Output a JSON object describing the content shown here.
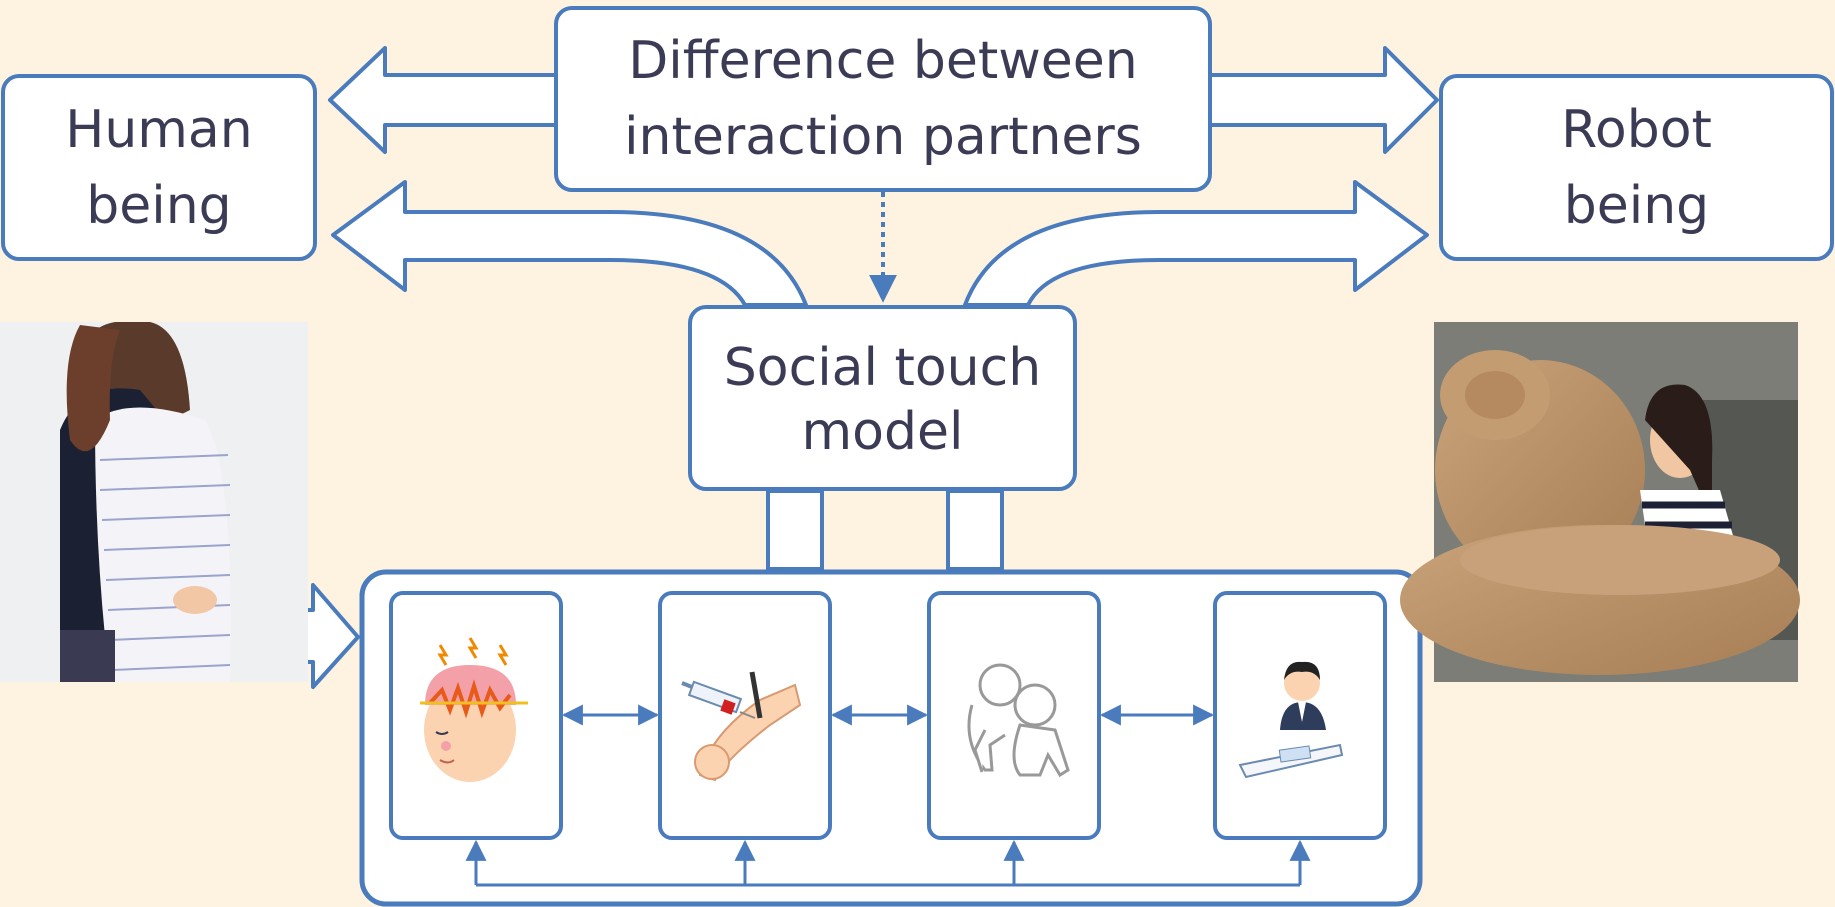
{
  "colors": {
    "background": "#fdf3e0",
    "stroke": "#4a7bbd",
    "box_fill": "#ffffff",
    "text": "#3b3b55"
  },
  "nodes": {
    "difference": {
      "line1": "Difference between",
      "line2": "interaction partners"
    },
    "human": {
      "line1": "Human",
      "line2": "being"
    },
    "robot": {
      "line1": "Robot",
      "line2": "being"
    },
    "model": {
      "line1": "Social touch",
      "line2": "model"
    }
  },
  "images": {
    "left_photo": "photo-two-people-hugging",
    "right_photo": "photo-child-hugging-giant-teddy-bear",
    "panel_icons": [
      "brain-pain-icon",
      "injection-arm-icon",
      "two-figures-icon",
      "person-writing-desk-icon"
    ]
  }
}
